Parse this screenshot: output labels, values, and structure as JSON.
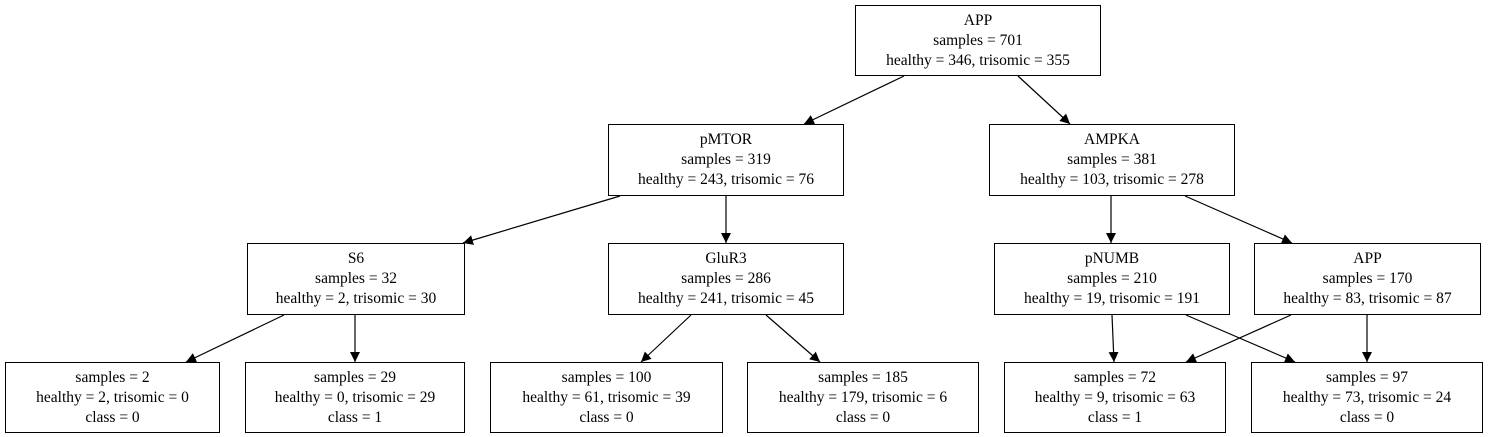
{
  "nodes": {
    "n0": {
      "line1": "APP",
      "line2": "samples = 701",
      "line3": "healthy = 346, trisomic = 355"
    },
    "n1": {
      "line1": "pMTOR",
      "line2": "samples = 319",
      "line3": "healthy = 243, trisomic = 76"
    },
    "n2": {
      "line1": "AMPKA",
      "line2": "samples = 381",
      "line3": "healthy = 103, trisomic = 278"
    },
    "n3": {
      "line1": "S6",
      "line2": "samples = 32",
      "line3": "healthy = 2, trisomic = 30"
    },
    "n4": {
      "line1": "GluR3",
      "line2": "samples = 286",
      "line3": "healthy = 241, trisomic = 45"
    },
    "n5": {
      "line1": "pNUMB",
      "line2": "samples = 210",
      "line3": "healthy = 19, trisomic = 191"
    },
    "n6": {
      "line1": "APP",
      "line2": "samples = 170",
      "line3": "healthy = 83, trisomic = 87"
    },
    "n7": {
      "line1": "samples = 2",
      "line2": "healthy = 2, trisomic = 0",
      "line3": "class = 0"
    },
    "n8": {
      "line1": "samples = 29",
      "line2": "healthy = 0, trisomic = 29",
      "line3": "class = 1"
    },
    "n9": {
      "line1": "samples = 100",
      "line2": "healthy = 61, trisomic = 39",
      "line3": "class = 0"
    },
    "n10": {
      "line1": "samples = 185",
      "line2": "healthy = 179, trisomic = 6",
      "line3": "class = 0"
    },
    "n11": {
      "line1": "samples = 72",
      "line2": "healthy = 9, trisomic = 63",
      "line3": "class = 1"
    },
    "n12": {
      "line1": "samples = 97",
      "line2": "healthy = 73, trisomic = 24",
      "line3": "class = 0"
    }
  },
  "edges": [
    {
      "from": "n0",
      "to": "n1"
    },
    {
      "from": "n0",
      "to": "n2"
    },
    {
      "from": "n1",
      "to": "n3"
    },
    {
      "from": "n1",
      "to": "n4"
    },
    {
      "from": "n2",
      "to": "n5"
    },
    {
      "from": "n2",
      "to": "n6"
    },
    {
      "from": "n3",
      "to": "n7"
    },
    {
      "from": "n3",
      "to": "n8"
    },
    {
      "from": "n4",
      "to": "n9"
    },
    {
      "from": "n4",
      "to": "n10"
    },
    {
      "from": "n5",
      "to": "n11"
    },
    {
      "from": "n5",
      "to": "n12"
    },
    {
      "from": "n6",
      "to": "n11"
    },
    {
      "from": "n6",
      "to": "n12"
    }
  ],
  "colors": {
    "stroke": "#000000",
    "fill": "#ffffff",
    "text": "#000000"
  }
}
